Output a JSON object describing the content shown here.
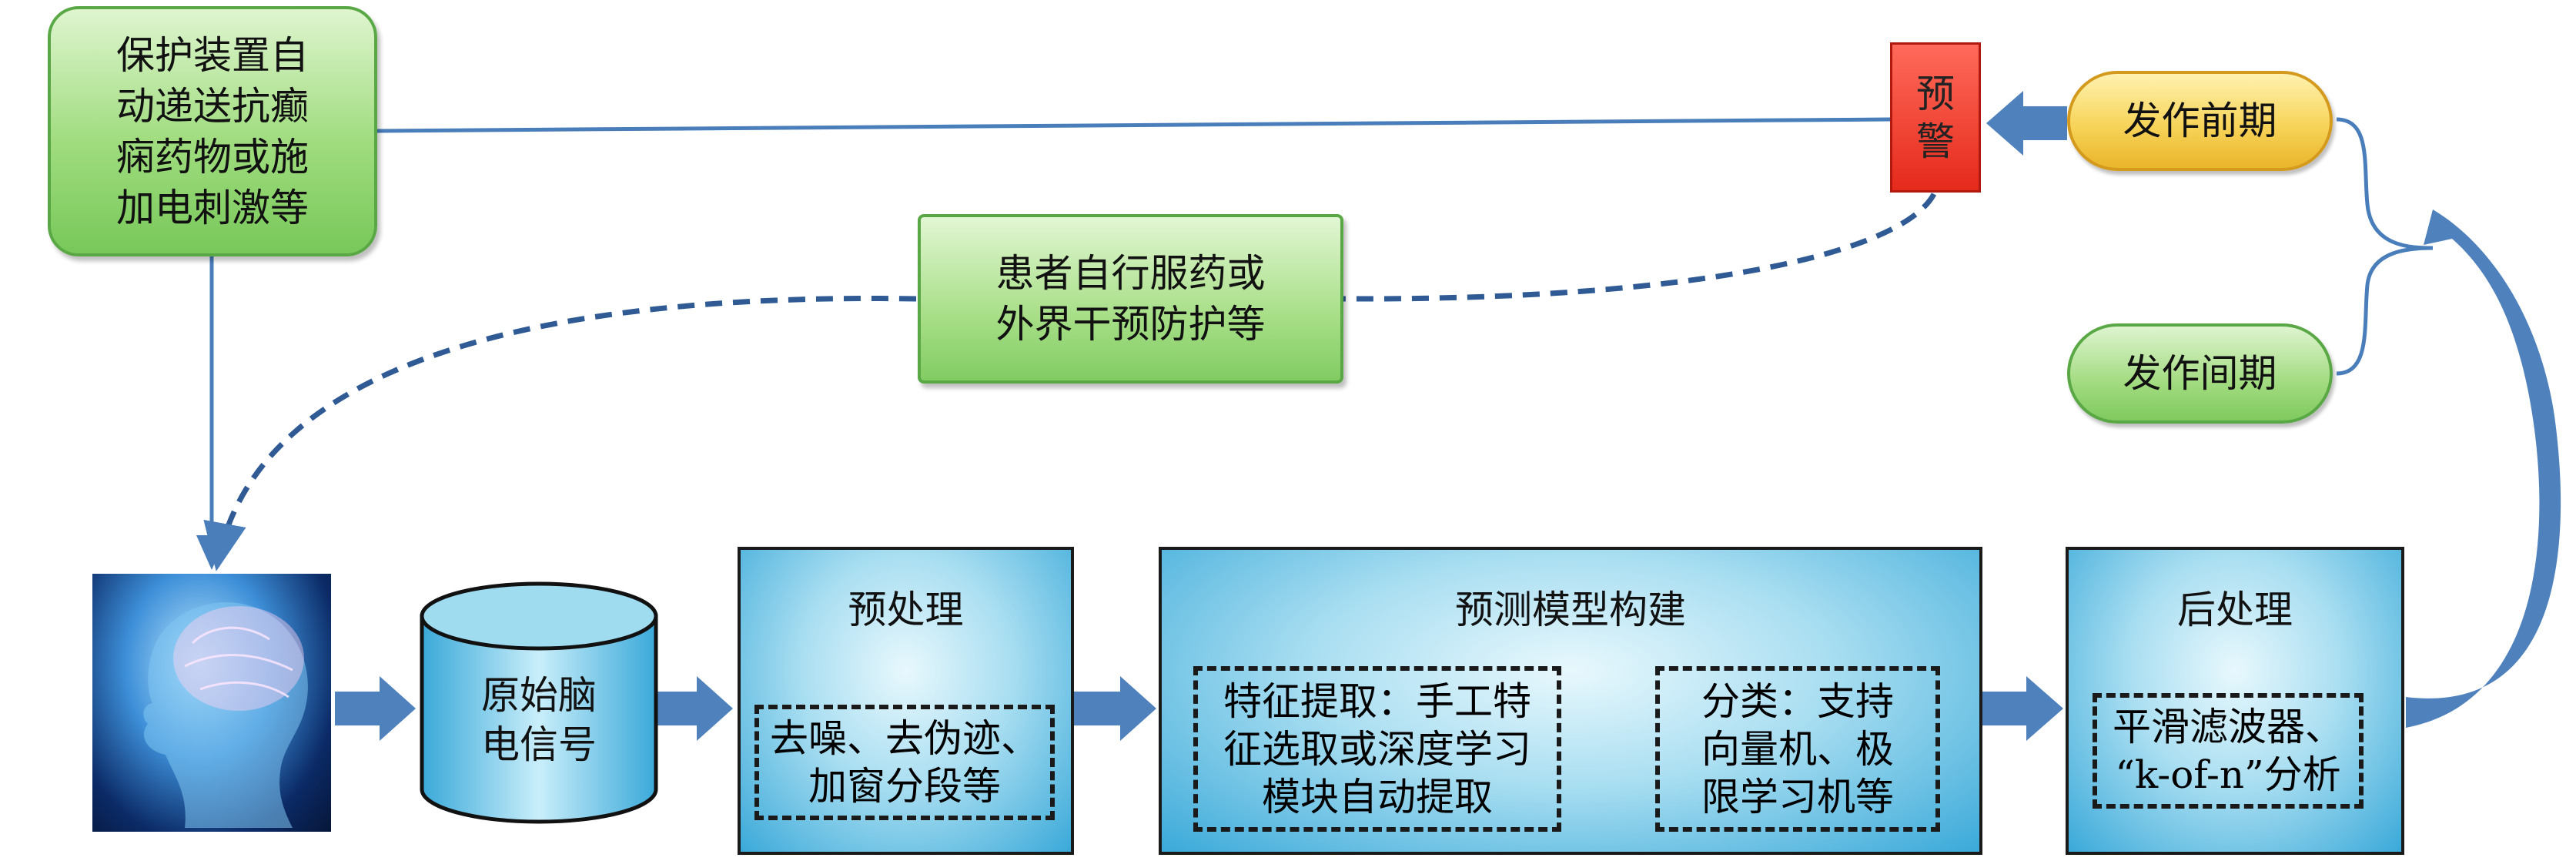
{
  "nodes": {
    "protect": "保护装置自\n动递送抗癫\n痫药物或施\n加电刺激等",
    "warning": "预\n警",
    "pre_ictal": "发作前期",
    "inter_ictal": "发作间期",
    "self_medicate": "患者自行服药或\n外界干预防护等",
    "raw_eeg": "原始脑\n电信号",
    "preprocess_title": "预处理",
    "preprocess_detail": "去噪、去伪迹、\n加窗分段等",
    "model_title": "预测模型构建",
    "feature_detail": "特征提取：手工特\n征选取或深度学习\n模块自动提取",
    "classify_detail": "分类：支持\n向量机、极\n限学习机等",
    "post_title": "后处理",
    "post_detail": "平滑滤波器、\n“k-of-n”分析"
  },
  "colors": {
    "green_border": "#5aa845",
    "yellow_fill": "#f7d45a",
    "warning_red": "#e52a1c",
    "arrow_blue": "#4f81bd",
    "line_blue": "#4a7ebb",
    "box_blue": "#3aa9d9"
  },
  "icons": {
    "head": "brain-head-icon",
    "database": "cylinder-database-icon"
  }
}
